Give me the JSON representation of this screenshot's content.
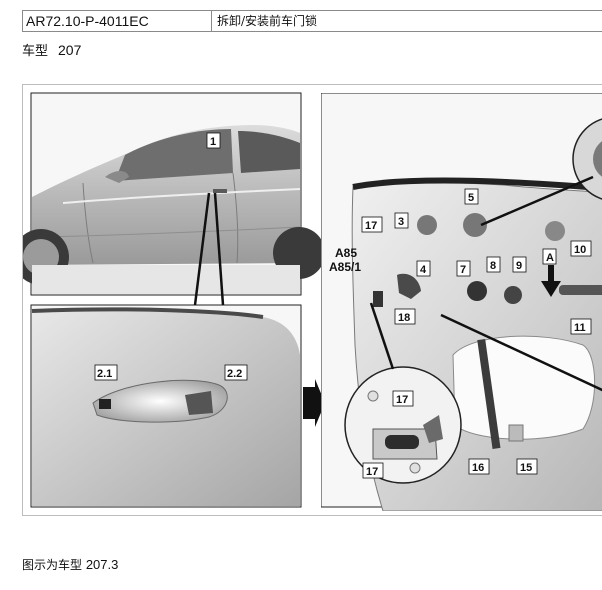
{
  "header": {
    "code": "AR72.10-P-4011EC",
    "title": "拆卸/安装前车门锁"
  },
  "model": {
    "label": "车型",
    "value": "207"
  },
  "figure": {
    "callouts": {
      "c1": "1",
      "c2_1": "2.1",
      "c2_2": "2.2",
      "c3": "3",
      "c4": "4",
      "c5": "5",
      "c7": "7",
      "c8": "8",
      "c9": "9",
      "c10": "10",
      "c11": "11",
      "c15": "15",
      "c16": "16",
      "c17a": "17",
      "c17b": "17",
      "c17c": "17",
      "c18": "18",
      "cA": "A",
      "cA85": "A85",
      "cA851": "A85/1"
    }
  },
  "caption": {
    "text": "图示为车型 ",
    "value": "207.3"
  }
}
